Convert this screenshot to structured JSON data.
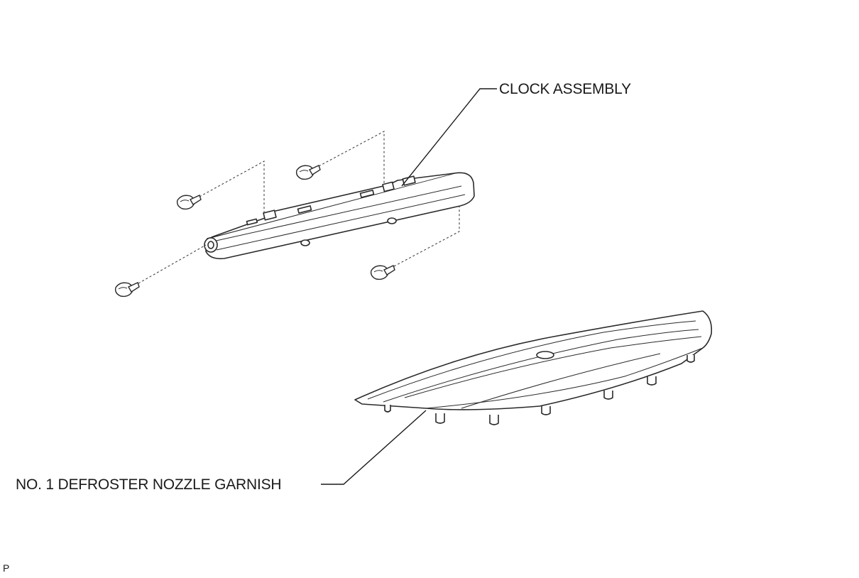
{
  "diagram": {
    "labels": {
      "clock_assembly": "CLOCK ASSEMBLY",
      "defroster_garnish": "NO. 1 DEFROSTER NOZZLE GARNISH",
      "figure_code": "P"
    },
    "parts": [
      {
        "id": "clock-assembly",
        "name": "clock assembly"
      },
      {
        "id": "defroster-garnish",
        "name": "no. 1 defroster nozzle garnish"
      },
      {
        "id": "screw",
        "count": 4
      }
    ]
  }
}
